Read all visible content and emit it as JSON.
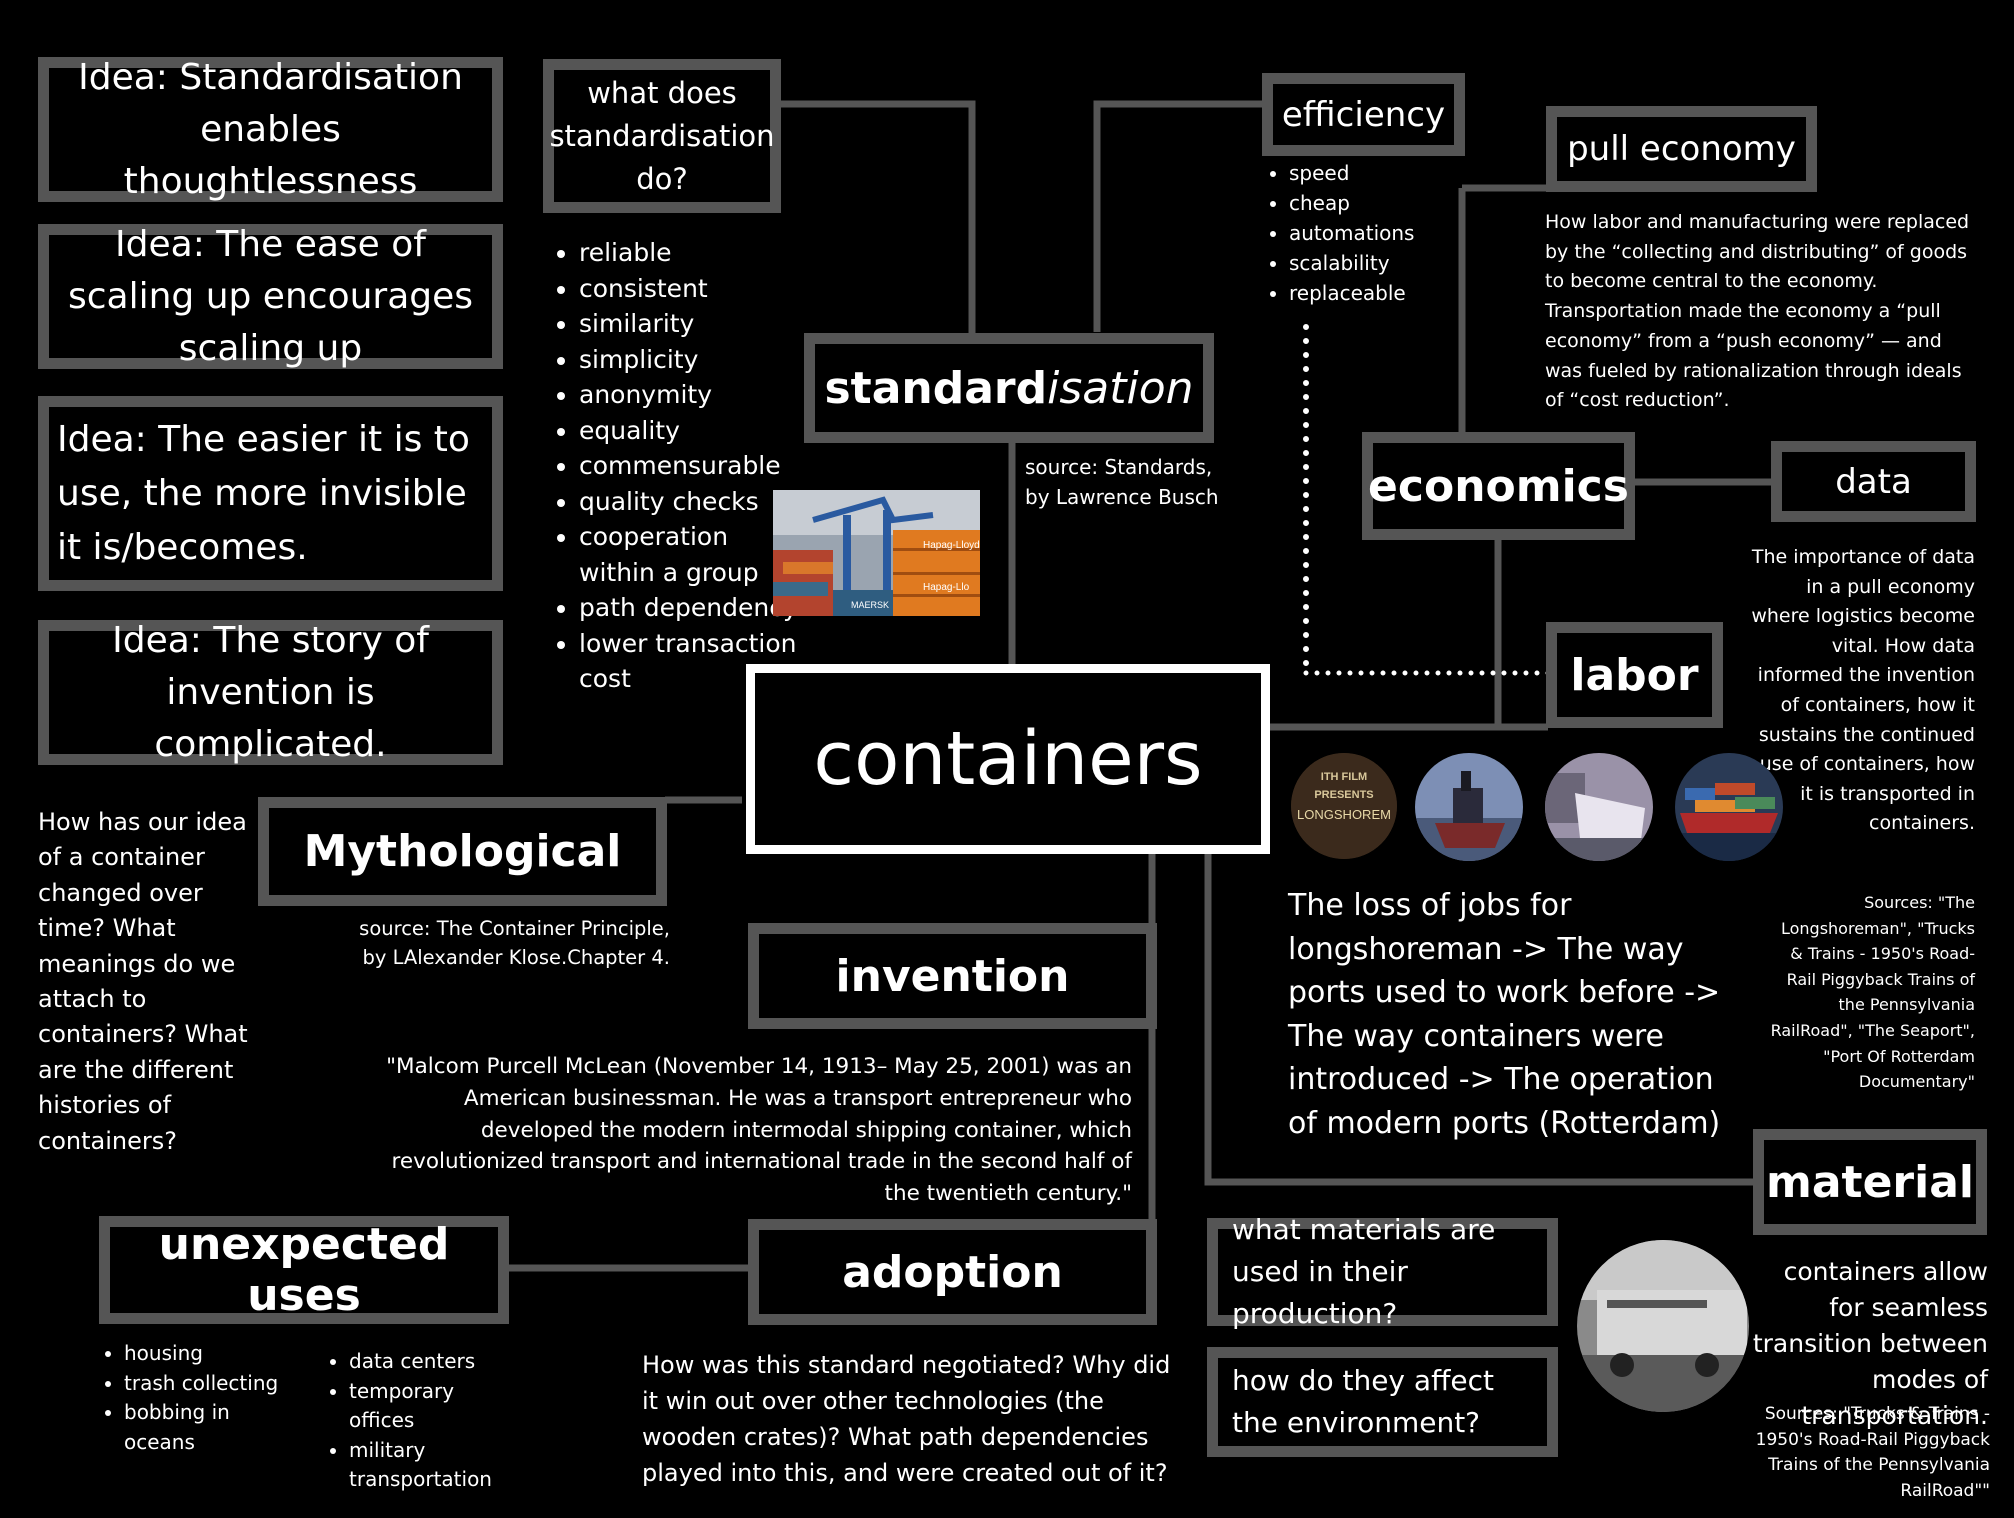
{
  "ideas": [
    "Idea: Standardisation enables thoughtlessness",
    "Idea: The ease of scaling up encourages scaling up",
    "Idea: The easier it is to use, the more invisible it is/becomes.",
    "Idea: The story of invention is complicated."
  ],
  "what_does": "what does standardisation do?",
  "standardisation_bullets": [
    "reliable",
    "consistent",
    "similarity",
    "simplicity",
    "anonymity",
    "equality",
    "commensurable",
    "quality checks",
    "cooperation within a group",
    "path dependency",
    "lower transaction cost"
  ],
  "standardisation_pre": "standard",
  "standardisation_ital": "isation",
  "standardisation_source": "source: Standards, by Lawrence Busch",
  "efficiency": "efficiency",
  "efficiency_bullets": [
    "speed",
    "cheap",
    "automations",
    "scalability",
    "replaceable"
  ],
  "pull_economy": "pull economy",
  "pull_economy_text": "How labor and manufacturing were replaced by the “collecting and distributing” of goods to become central to the economy. Transportation made the economy a “pull economy” from a “push economy” — and was fueled by rationalization through ideals of “cost reduction”.",
  "economics": "economics",
  "data_label": "data",
  "data_text": "The importance of data in a pull economy where logistics become vital. How data informed the invention of containers, how it sustains the continued use of containers, how it is transported in containers.",
  "labor": "labor",
  "labor_sources": "Sources: \"The Longshoreman\", \"Trucks & Trains - 1950's Road-Rail Piggyback Trains of the Pennsylvania RailRoad\", \"The Seaport\", \"Port Of Rotterdam Documentary\"",
  "labor_text": "The loss of jobs for longshoreman -> The way ports used to work before -> The way containers were introduced -> The operation of modern ports (Rotterdam)",
  "labor_thumb_lines": [
    "ITH FILM",
    "PRESENTS",
    "LONGSHOREM"
  ],
  "containers": "containers",
  "mythological": "Mythological",
  "mythological_source": "source: The Container Principle, by LAlexander Klose.Chapter 4.",
  "myth_question": "How has our idea of a container changed over time? What meanings do we attach to containers? What are the different histories of containers?",
  "invention": "invention",
  "invention_quote": "\"Malcom Purcell McLean (November 14, 1913– May 25, 2001) was an American businessman. He was a transport entrepreneur who developed the modern intermodal shipping container, which revolutionized transport and international trade in the second half of the twentieth century.\"",
  "adoption": "adoption",
  "adoption_text": "How was this standard negotiated? Why did it win out over other technologies (the wooden crates)? What path dependencies played into this, and were created out of it?",
  "unexpected_uses": "unexpected uses",
  "uses_col1": [
    "housing",
    "trash collecting",
    "bobbing in oceans"
  ],
  "uses_col2": [
    "data centers",
    "temporary offices",
    "military transportation"
  ],
  "material": "material",
  "material_q1": "what materials are used in their production?",
  "material_q2": "how do they affect the environment?",
  "material_text": "containers allow for seamless transition between modes of transportation.",
  "material_sources": "Sources: \"Trucks & Trains - 1950's Road-Rail Piggyback Trains of the Pennsylvania RailRoad\"\"",
  "photo_labels": [
    "Hapag-Lloyd",
    "Hapag-Llo",
    "MAERSK"
  ]
}
